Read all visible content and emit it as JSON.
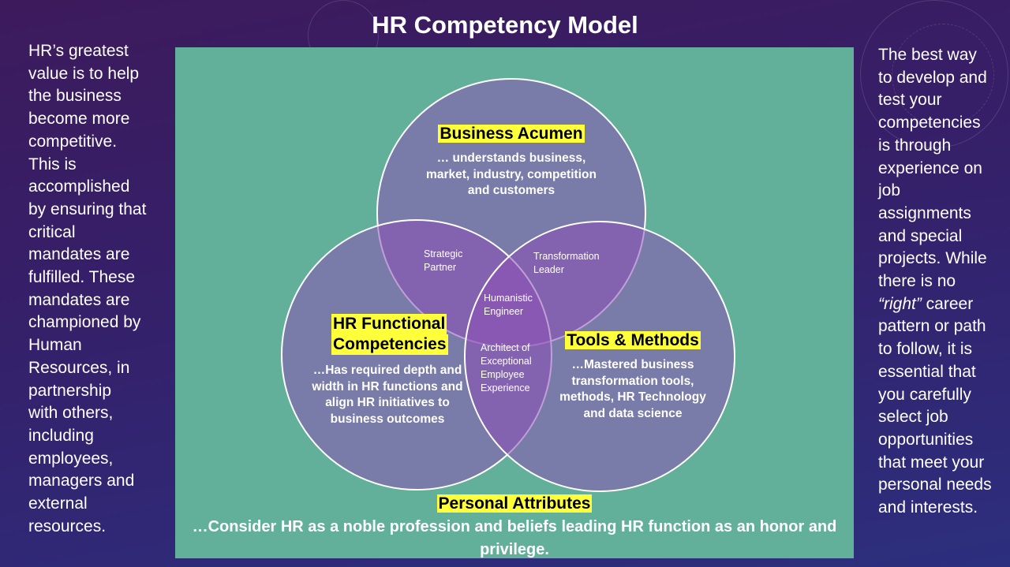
{
  "title": "HR Competency Model",
  "left_text": [
    "HR’s greatest",
    "value is to help",
    "the business",
    "become more",
    "competitive.",
    "This is",
    "accomplished",
    "by ensuring that",
    "critical",
    "mandates are",
    "fulfilled. These",
    "mandates are",
    "championed by",
    "Human",
    "Resources, in",
    "partnership",
    "with others,",
    "including",
    "employees,",
    "managers and",
    "external",
    "resources."
  ],
  "right_text": [
    "The best way",
    "to develop and",
    "test your",
    "competencies",
    "is through",
    "experience on",
    "job",
    "assignments",
    "and special",
    "projects. While",
    "there is no",
    "“right” career",
    "pattern or path",
    "to follow, it is",
    "essential that",
    "you carefully",
    "select job",
    "opportunities",
    "that meet your",
    "personal needs",
    "and interests."
  ],
  "venn": {
    "business_acumen": {
      "title": "Business Acumen",
      "desc": [
        "… understands business,",
        "market, industry, competition",
        "and customers"
      ]
    },
    "hr_functional": {
      "title": [
        "HR Functional",
        "Competencies"
      ],
      "desc": [
        "…Has required depth and",
        "width in HR functions and",
        "align HR initiatives to",
        "business outcomes"
      ]
    },
    "tools_methods": {
      "title": "Tools & Methods",
      "desc": [
        "…Mastered business",
        "transformation tools,",
        "methods, HR Technology",
        "and data science"
      ]
    },
    "strategic_partner": [
      "Strategic",
      "Partner"
    ],
    "transformation_leader": [
      "Transformation",
      "Leader"
    ],
    "humanistic_engineer": [
      "Humanistic",
      "Engineer"
    ],
    "architect": [
      "Architect of",
      "Exceptional",
      "Employee",
      "Experience"
    ]
  },
  "personal_attributes": {
    "title": "Personal Attributes",
    "desc": [
      "…Consider HR as a noble profession and beliefs leading HR function as an honor and",
      "privilege."
    ]
  },
  "colors": {
    "panel": "#63b09a",
    "highlight": "#ffff3a",
    "circle": "#8c50b4"
  }
}
